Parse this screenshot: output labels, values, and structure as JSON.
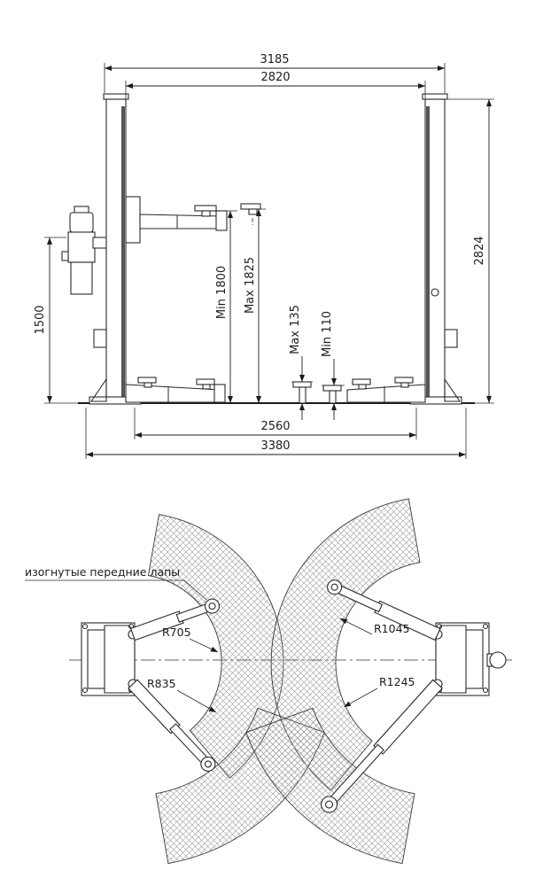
{
  "drawing": {
    "front_view": {
      "dims": {
        "top_outer": "3185",
        "top_inner": "2820",
        "height_right": "2824",
        "height_left": "1500",
        "lift_min": "Min 1800",
        "lift_max": "Max 1825",
        "pad_max": "Max 135",
        "pad_min": "Min 110",
        "bottom_inner": "2560",
        "bottom_outer": "3380"
      }
    },
    "plan_view": {
      "annotation_front_arms": "изогнутые передние лапы",
      "radii": {
        "front_arm_min": "R705",
        "front_arm_max": "R835",
        "rear_arm_min": "R1045",
        "rear_arm_max": "R1245"
      }
    }
  }
}
